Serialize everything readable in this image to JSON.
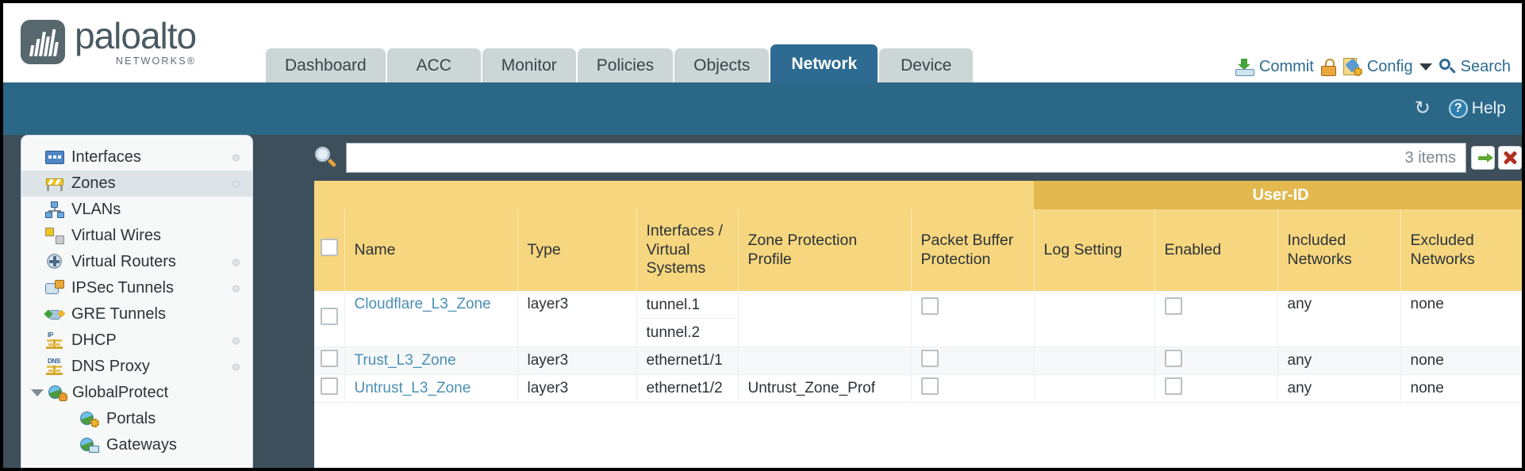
{
  "brand": {
    "name": "paloalto",
    "sub": "NETWORKS®"
  },
  "header": {
    "tabs": [
      {
        "label": "Dashboard",
        "active": false
      },
      {
        "label": "ACC",
        "active": false
      },
      {
        "label": "Monitor",
        "active": false
      },
      {
        "label": "Policies",
        "active": false
      },
      {
        "label": "Objects",
        "active": false
      },
      {
        "label": "Network",
        "active": true
      },
      {
        "label": "Device",
        "active": false
      }
    ],
    "utils": {
      "commit": "Commit",
      "config": "Config",
      "search": "Search"
    }
  },
  "band": {
    "help": "Help",
    "help_badge": "?",
    "refresh_glyph": "↻"
  },
  "sidebar": {
    "items": [
      {
        "label": "Interfaces",
        "icon": "interfaces-icon",
        "selected": false,
        "dot": true,
        "level": 0
      },
      {
        "label": "Zones",
        "icon": "zones-icon",
        "selected": true,
        "dot": true,
        "level": 0
      },
      {
        "label": "VLANs",
        "icon": "vlans-icon",
        "selected": false,
        "dot": false,
        "level": 0
      },
      {
        "label": "Virtual Wires",
        "icon": "virtual-wires-icon",
        "selected": false,
        "dot": false,
        "level": 0
      },
      {
        "label": "Virtual Routers",
        "icon": "virtual-routers-icon",
        "selected": false,
        "dot": true,
        "level": 0
      },
      {
        "label": "IPSec Tunnels",
        "icon": "ipsec-tunnels-icon",
        "selected": false,
        "dot": true,
        "level": 0
      },
      {
        "label": "GRE Tunnels",
        "icon": "gre-tunnels-icon",
        "selected": false,
        "dot": false,
        "level": 0
      },
      {
        "label": "DHCP",
        "icon": "dhcp-icon",
        "selected": false,
        "dot": true,
        "level": 0
      },
      {
        "label": "DNS Proxy",
        "icon": "dns-proxy-icon",
        "selected": false,
        "dot": true,
        "level": 0
      },
      {
        "label": "GlobalProtect",
        "icon": "globalprotect-icon",
        "selected": false,
        "dot": false,
        "level": 0,
        "expandable": true,
        "expanded": true
      },
      {
        "label": "Portals",
        "icon": "portals-icon",
        "selected": false,
        "dot": false,
        "level": 1
      },
      {
        "label": "Gateways",
        "icon": "gateways-icon",
        "selected": false,
        "dot": false,
        "level": 1
      }
    ]
  },
  "search": {
    "value": "",
    "placeholder": "",
    "items_count": "3 items"
  },
  "table": {
    "group_header": "User-ID",
    "columns": [
      "Name",
      "Type",
      "Interfaces / Virtual Systems",
      "Zone Protection Profile",
      "Packet Buffer Protection",
      "Log Setting",
      "Enabled",
      "Included Networks",
      "Excluded Networks"
    ],
    "rows": [
      {
        "name": "Cloudflare_L3_Zone",
        "type": "layer3",
        "interfaces": [
          "tunnel.1",
          "tunnel.2"
        ],
        "zone_protection_profile": "",
        "packet_buffer_protection": false,
        "log_setting": "",
        "userid_enabled": false,
        "included_networks": "any",
        "excluded_networks": "none"
      },
      {
        "name": "Trust_L3_Zone",
        "type": "layer3",
        "interfaces": [
          "ethernet1/1"
        ],
        "zone_protection_profile": "",
        "packet_buffer_protection": false,
        "log_setting": "",
        "userid_enabled": false,
        "included_networks": "any",
        "excluded_networks": "none"
      },
      {
        "name": "Untrust_L3_Zone",
        "type": "layer3",
        "interfaces": [
          "ethernet1/2"
        ],
        "zone_protection_profile": "Untrust_Zone_Prof",
        "packet_buffer_protection": false,
        "log_setting": "",
        "userid_enabled": false,
        "included_networks": "any",
        "excluded_networks": "none"
      }
    ]
  },
  "colors": {
    "brand_blue": "#2d6b92",
    "band_blue": "#2b6787",
    "table_header": "#f6d67e",
    "table_group_header": "#e2b84f",
    "link": "#4a8fb5"
  }
}
